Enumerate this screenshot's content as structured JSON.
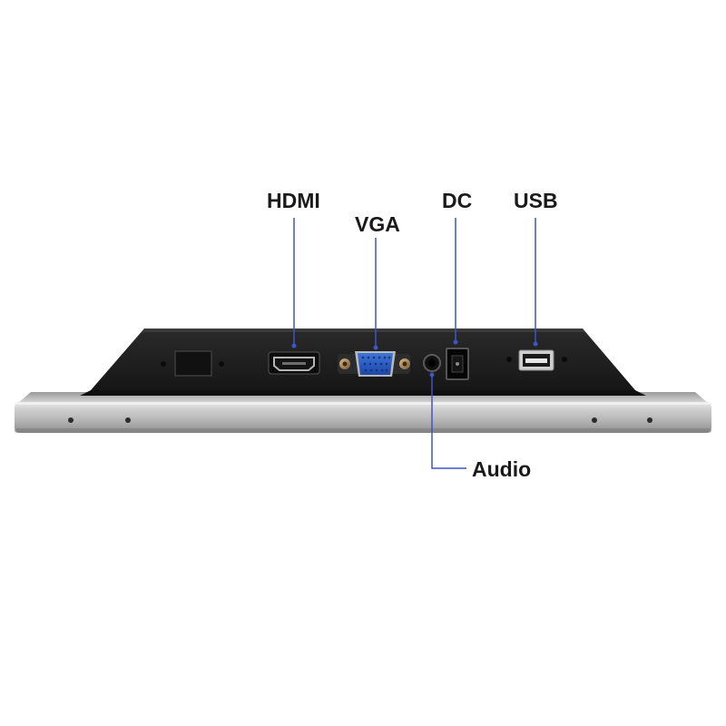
{
  "labels": {
    "hdmi": "HDMI",
    "vga": "VGA",
    "dc": "DC",
    "usb": "USB",
    "audio": "Audio"
  },
  "colors": {
    "leader_line": "#3d56c7",
    "back_panel": "#1e1e1e",
    "frame": "#c8c8c8",
    "vga_port": "#2457c4"
  },
  "icons": {
    "hdmi": "hdmi-port-icon",
    "vga": "vga-port-icon",
    "dc": "dc-jack-icon",
    "usb": "usb-port-icon",
    "audio": "audio-jack-icon"
  }
}
